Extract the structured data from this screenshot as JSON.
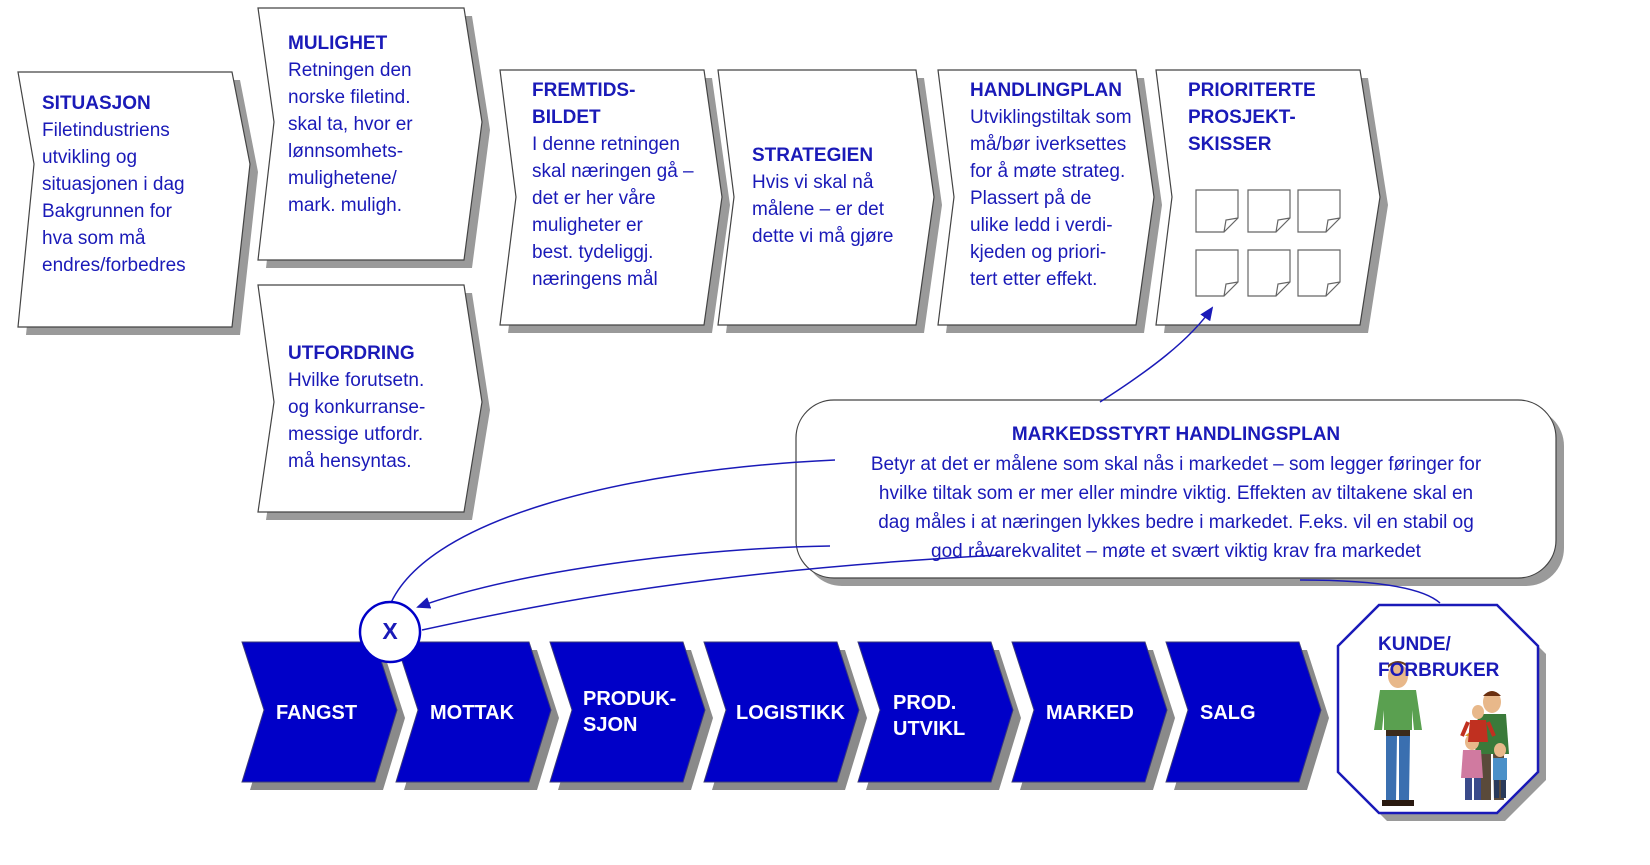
{
  "boxes": {
    "situasjon": {
      "title": "SITUASJON",
      "text": "Filetindustriens\nutvikling og\nsituasjonen i dag\nBakgrunnen for\nhva som må\nendres/forbedres"
    },
    "mulighet": {
      "title": "MULIGHET",
      "text": "Retningen den\nnorske filetind.\nskal ta, hvor er\nlønnsomhets-\nmulighetene/\nmark. muligh."
    },
    "utfordring": {
      "title": "UTFORDRING",
      "text": "Hvilke forutsetn.\nog konkurranse-\nmessige utfordr.\nmå hensyntas."
    },
    "fremtidsbildet": {
      "title": "FREMTIDS-\nBILDET",
      "text": "I denne retningen\nskal næringen gå –\ndet er her våre\nmuligheter er\nbest. tydeliggj.\nnæringens mål"
    },
    "strategien": {
      "title": "STRATEGIEN",
      "text": "Hvis vi skal nå\nmålene – er det\ndette vi må gjøre"
    },
    "handlingplan": {
      "title": "HANDLINGPLAN",
      "text": "Utviklingstiltak som\nmå/bør iverksettes\nfor å møte strateg.\nPlassert på de\nulike ledd i verdi-\nkjeden og priori-\ntert etter effekt."
    },
    "prioriterte": {
      "title": "PRIORITERTE\nPROSJEKT-\nSKISSER"
    }
  },
  "callout": {
    "title": "MARKEDSSTYRT HANDLINGSPLAN",
    "lines": [
      "Betyr at det er målene som skal nås i markedet – som legger føringer for",
      "hvilke tiltak som er mer eller mindre viktig. Effekten av tiltakene skal en",
      "dag måles i at næringen lykkes bedre i markedet. F.eks. vil en stabil og",
      "god råvarekvalitet – møte et svært viktig krav fra markedet"
    ]
  },
  "chain": [
    "FANGST",
    "MOTTAK",
    "PRODUK-\nSJON",
    "LOGISTIKK",
    "PROD.\nUTVIKL",
    "MARKED",
    "SALG"
  ],
  "marker": "X",
  "customer": {
    "title": "KUNDE/\nFORBRUKER"
  },
  "colors": {
    "text": "#1a1ab8",
    "chain": "#0000c8",
    "shadow": "#9a9a9a",
    "border": "#444444"
  },
  "icons": [
    "document-icon",
    "person-icon",
    "family-icon"
  ]
}
